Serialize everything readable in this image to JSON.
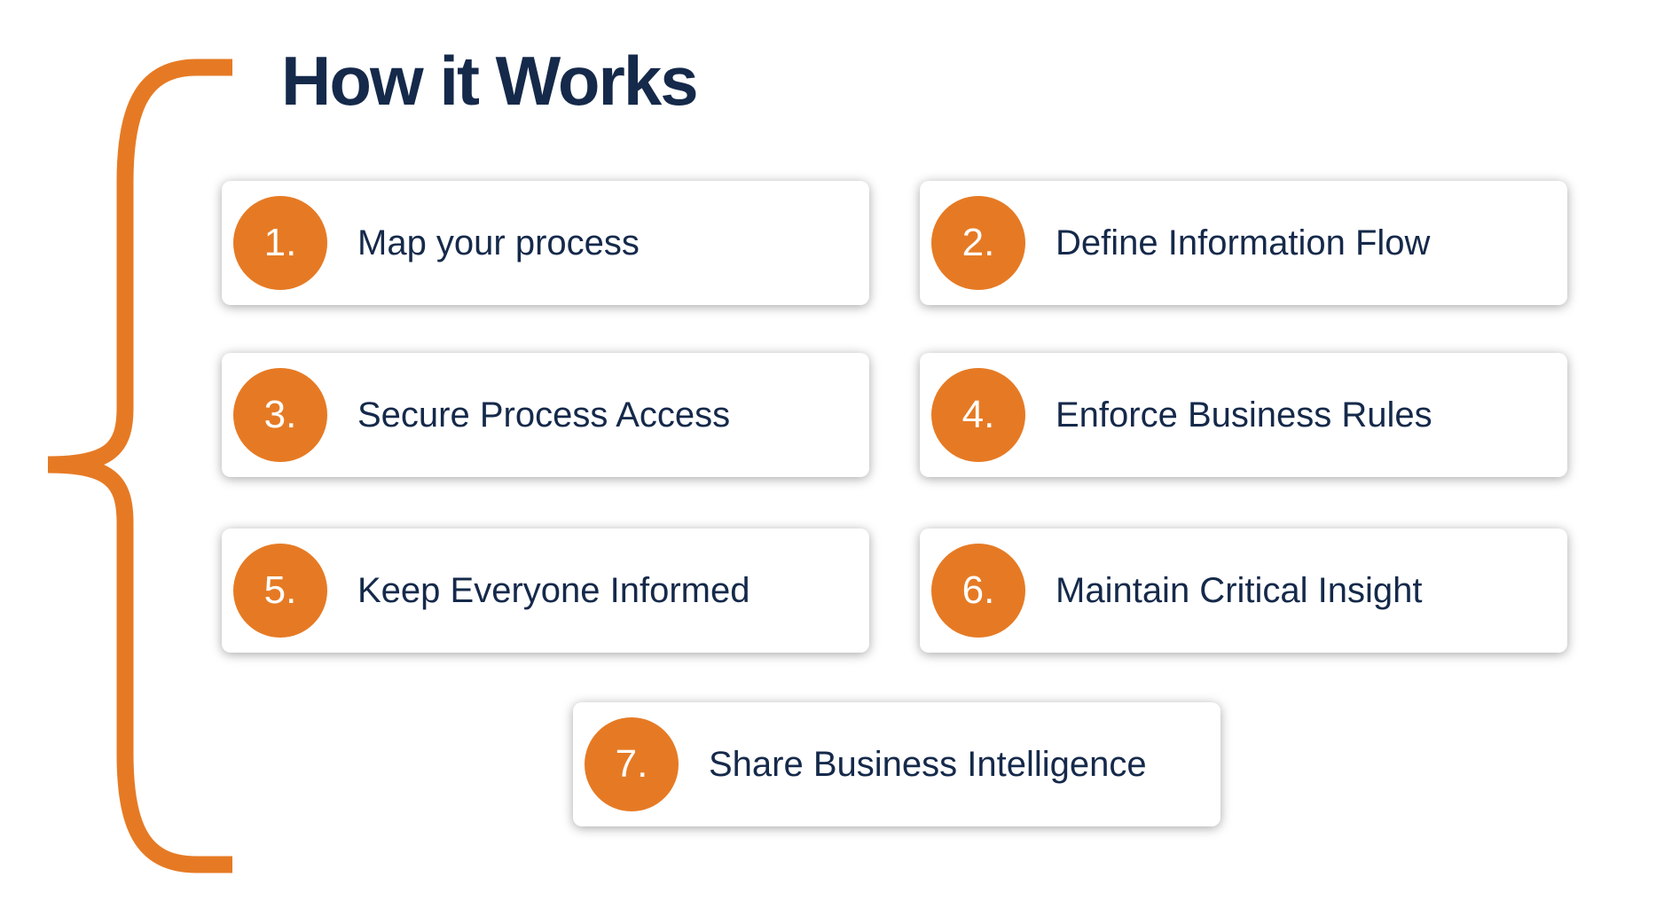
{
  "title": "How it Works",
  "colors": {
    "accent": "#e67a24",
    "text": "#15294a"
  },
  "steps": [
    {
      "number": "1.",
      "label": "Map your process"
    },
    {
      "number": "2.",
      "label": "Define Information Flow"
    },
    {
      "number": "3.",
      "label": "Secure Process Access"
    },
    {
      "number": "4.",
      "label": "Enforce Business Rules"
    },
    {
      "number": "5.",
      "label": "Keep Everyone Informed"
    },
    {
      "number": "6.",
      "label": "Maintain Critical Insight"
    },
    {
      "number": "7.",
      "label": "Share Business Intelligence"
    }
  ]
}
